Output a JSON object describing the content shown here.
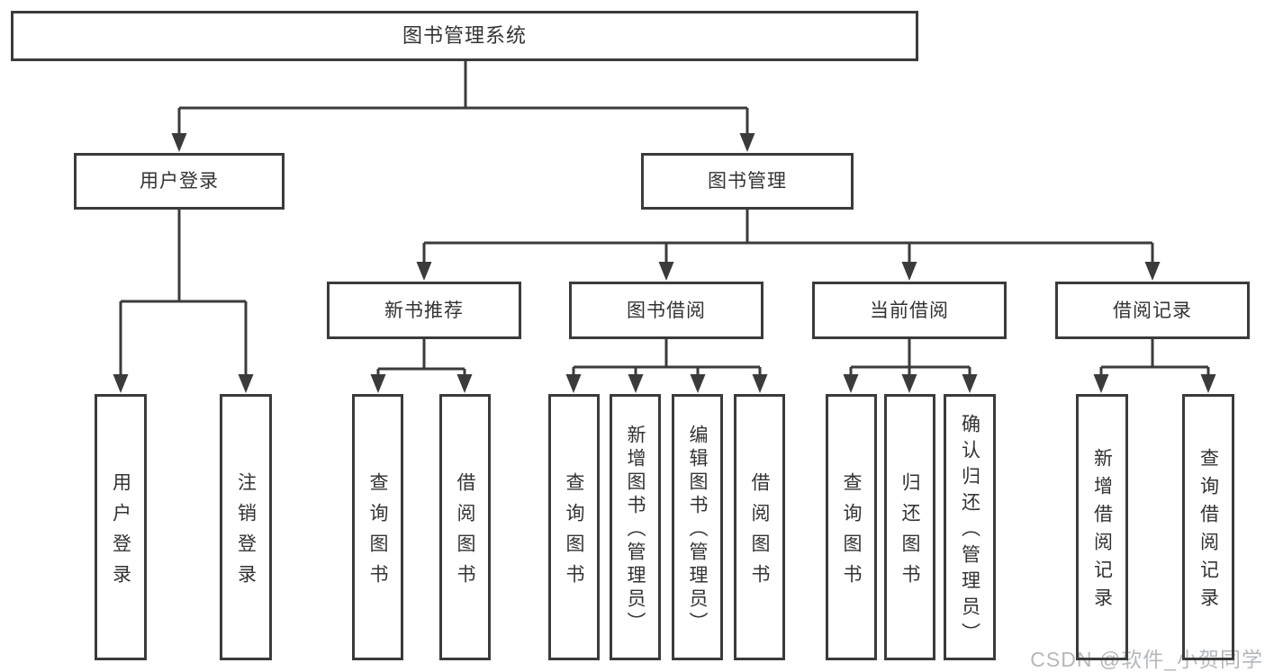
{
  "diagram_title": "图书管理系统",
  "nodes": {
    "root": {
      "label": "图书管理系统"
    },
    "user_login": {
      "label": "用户登录",
      "children": [
        "用户登录",
        "注销登录"
      ]
    },
    "book_management": {
      "label": "图书管理",
      "children": [
        {
          "label": "新书推荐",
          "children": [
            "查询图书",
            "借阅图书"
          ]
        },
        {
          "label": "图书借阅",
          "children": [
            "查询图书",
            "新增图书（管理员）",
            "编辑图书（管理员）",
            "借阅图书"
          ]
        },
        {
          "label": "当前借阅",
          "children": [
            "查询图书",
            "归还图书",
            "确认归还（管理员）"
          ]
        },
        {
          "label": "借阅记录",
          "children": [
            "新增借阅记录",
            "查询借阅记录"
          ]
        }
      ]
    }
  },
  "watermark": {
    "text": "CSDN @软件_小贺同学"
  },
  "colors": {
    "line": "#3b3b3b",
    "text": "#333333",
    "watermark": "#b4b8bc",
    "background": "#ffffff"
  }
}
